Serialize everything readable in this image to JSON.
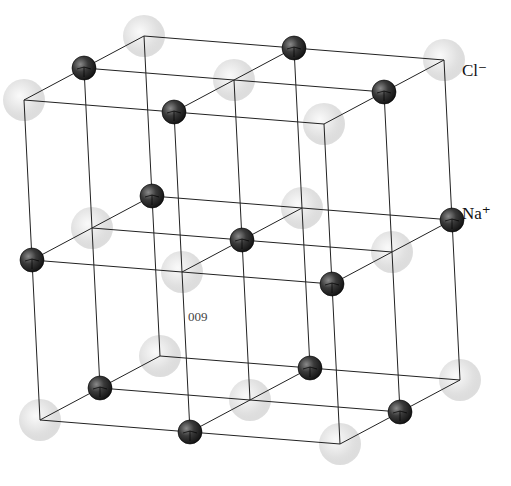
{
  "diagram": {
    "labels": [
      "Cl⁻",
      "Na⁺",
      "009"
    ]
  }
}
